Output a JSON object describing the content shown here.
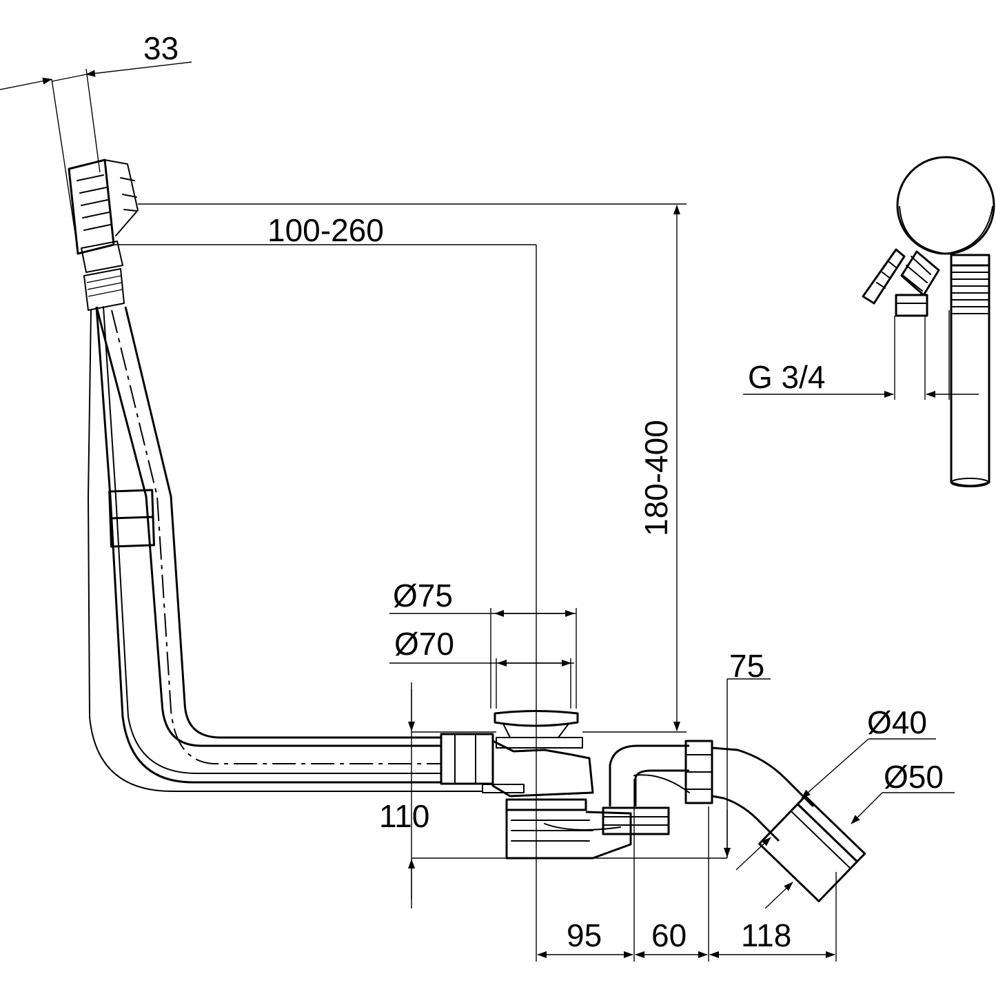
{
  "dimensions": {
    "tilt_width": "33",
    "overflow_offset": "100-260",
    "overflow_height": "180-400",
    "strainer_outer_dia": "Ø75",
    "strainer_inner_dia": "Ø70",
    "trap_offset": "75",
    "outlet_dia_small": "Ø40",
    "outlet_dia_large": "Ø50",
    "trap_depth": "110",
    "width_a": "95",
    "width_b": "60",
    "width_c": "118",
    "supply_thread": "G 3/4"
  },
  "colors": {
    "line": "#000000",
    "background": "#ffffff"
  }
}
